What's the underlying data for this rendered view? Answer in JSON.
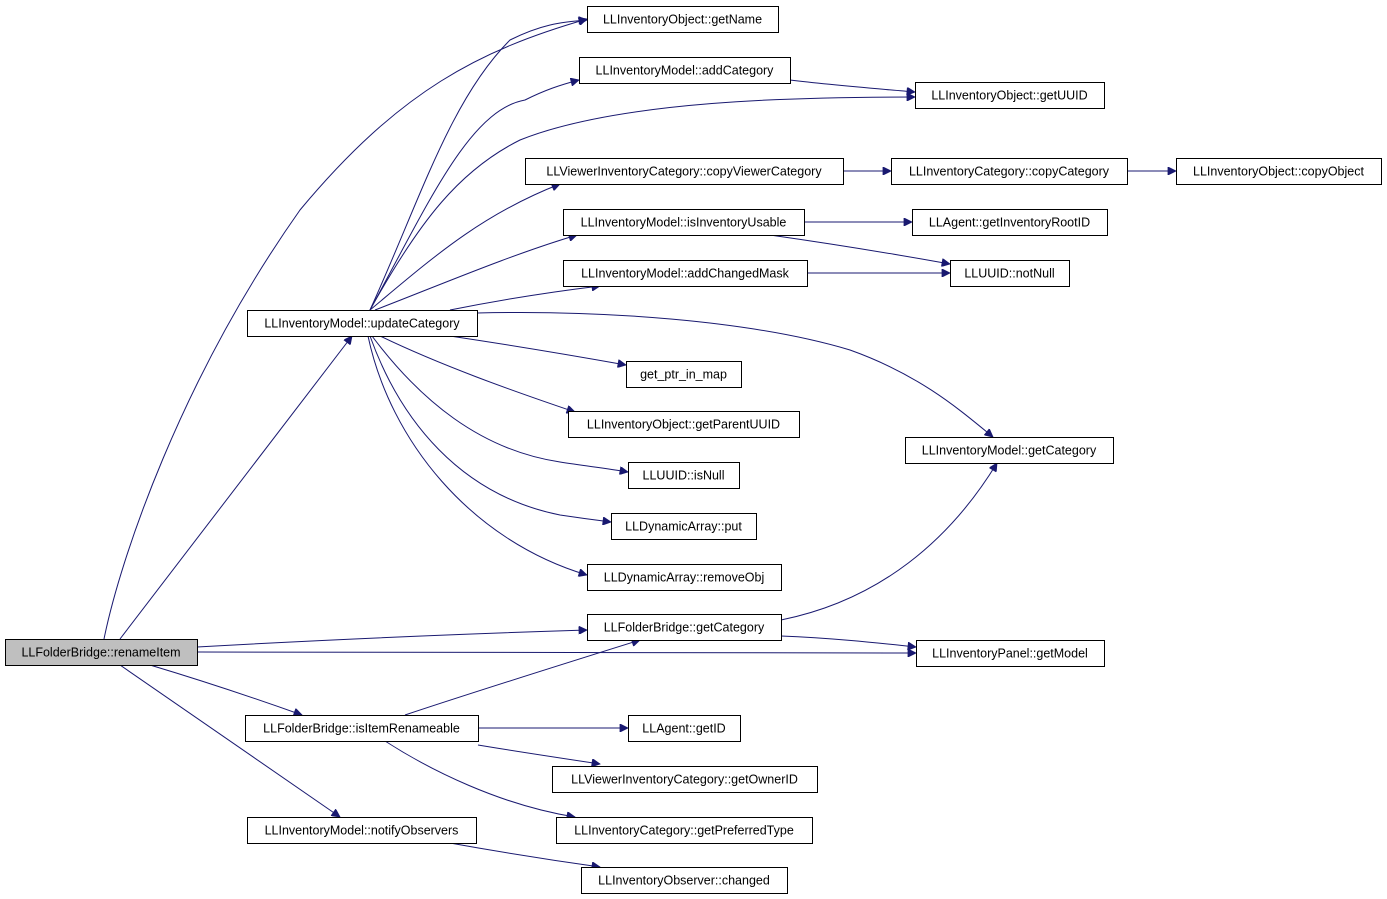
{
  "diagram": {
    "edge_color": "#191970",
    "root_fill": "#bfbfbf",
    "node_fill": "#ffffff",
    "nodes": [
      {
        "id": "n_rename",
        "label": "LLFolderBridge::renameItem",
        "root": true
      },
      {
        "id": "n_getName",
        "label": "LLInventoryObject::getName"
      },
      {
        "id": "n_addCategory",
        "label": "LLInventoryModel::addCategory"
      },
      {
        "id": "n_getUUID",
        "label": "LLInventoryObject::getUUID"
      },
      {
        "id": "n_copyViewerCategory",
        "label": "LLViewerInventoryCategory::copyViewerCategory"
      },
      {
        "id": "n_copyCategory",
        "label": "LLInventoryCategory::copyCategory"
      },
      {
        "id": "n_copyObject",
        "label": "LLInventoryObject::copyObject"
      },
      {
        "id": "n_isInventoryUsable",
        "label": "LLInventoryModel::isInventoryUsable"
      },
      {
        "id": "n_getInventoryRootID",
        "label": "LLAgent::getInventoryRootID"
      },
      {
        "id": "n_addChangedMask",
        "label": "LLInventoryModel::addChangedMask"
      },
      {
        "id": "n_notNull",
        "label": "LLUUID::notNull"
      },
      {
        "id": "n_updateCategory",
        "label": "LLInventoryModel::updateCategory"
      },
      {
        "id": "n_get_ptr_in_map",
        "label": "get_ptr_in_map"
      },
      {
        "id": "n_getParentUUID",
        "label": "LLInventoryObject::getParentUUID"
      },
      {
        "id": "n_model_getCategory",
        "label": "LLInventoryModel::getCategory"
      },
      {
        "id": "n_isNull",
        "label": "LLUUID::isNull"
      },
      {
        "id": "n_put",
        "label": "LLDynamicArray::put"
      },
      {
        "id": "n_removeObj",
        "label": "LLDynamicArray::removeObj"
      },
      {
        "id": "n_bridge_getCategory",
        "label": "LLFolderBridge::getCategory"
      },
      {
        "id": "n_getModel",
        "label": "LLInventoryPanel::getModel"
      },
      {
        "id": "n_isItemRenameable",
        "label": "LLFolderBridge::isItemRenameable"
      },
      {
        "id": "n_getID",
        "label": "LLAgent::getID"
      },
      {
        "id": "n_getOwnerID",
        "label": "LLViewerInventoryCategory::getOwnerID"
      },
      {
        "id": "n_notifyObservers",
        "label": "LLInventoryModel::notifyObservers"
      },
      {
        "id": "n_getPreferredType",
        "label": "LLInventoryCategory::getPreferredType"
      },
      {
        "id": "n_changed",
        "label": "LLInventoryObserver::changed"
      }
    ],
    "edges": [
      {
        "from": "n_rename",
        "to": "n_getName"
      },
      {
        "from": "n_rename",
        "to": "n_updateCategory"
      },
      {
        "from": "n_rename",
        "to": "n_bridge_getCategory"
      },
      {
        "from": "n_rename",
        "to": "n_getModel"
      },
      {
        "from": "n_rename",
        "to": "n_isItemRenameable"
      },
      {
        "from": "n_rename",
        "to": "n_notifyObservers"
      },
      {
        "from": "n_updateCategory",
        "to": "n_getName"
      },
      {
        "from": "n_updateCategory",
        "to": "n_addCategory"
      },
      {
        "from": "n_updateCategory",
        "to": "n_getUUID"
      },
      {
        "from": "n_updateCategory",
        "to": "n_copyViewerCategory"
      },
      {
        "from": "n_updateCategory",
        "to": "n_isInventoryUsable"
      },
      {
        "from": "n_updateCategory",
        "to": "n_addChangedMask"
      },
      {
        "from": "n_updateCategory",
        "to": "n_model_getCategory"
      },
      {
        "from": "n_updateCategory",
        "to": "n_get_ptr_in_map"
      },
      {
        "from": "n_updateCategory",
        "to": "n_getParentUUID"
      },
      {
        "from": "n_updateCategory",
        "to": "n_isNull"
      },
      {
        "from": "n_updateCategory",
        "to": "n_put"
      },
      {
        "from": "n_updateCategory",
        "to": "n_removeObj"
      },
      {
        "from": "n_addCategory",
        "to": "n_getUUID"
      },
      {
        "from": "n_copyViewerCategory",
        "to": "n_copyCategory"
      },
      {
        "from": "n_copyCategory",
        "to": "n_copyObject"
      },
      {
        "from": "n_isInventoryUsable",
        "to": "n_getInventoryRootID"
      },
      {
        "from": "n_isInventoryUsable",
        "to": "n_notNull"
      },
      {
        "from": "n_addChangedMask",
        "to": "n_notNull"
      },
      {
        "from": "n_bridge_getCategory",
        "to": "n_model_getCategory"
      },
      {
        "from": "n_bridge_getCategory",
        "to": "n_getModel"
      },
      {
        "from": "n_isItemRenameable",
        "to": "n_bridge_getCategory"
      },
      {
        "from": "n_isItemRenameable",
        "to": "n_getID"
      },
      {
        "from": "n_isItemRenameable",
        "to": "n_getOwnerID"
      },
      {
        "from": "n_isItemRenameable",
        "to": "n_getPreferredType"
      },
      {
        "from": "n_notifyObservers",
        "to": "n_changed"
      }
    ]
  }
}
